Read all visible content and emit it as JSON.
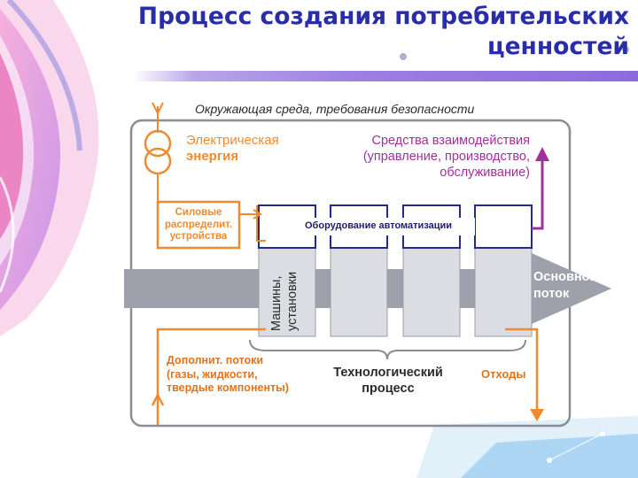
{
  "slide": {
    "title_line1": "Процесс создания потребительских",
    "title_line2": "ценностей"
  },
  "diagram": {
    "environment": "Окружающая среда, требования безопасности",
    "electric_line1": "Электрическая",
    "electric_line2": "энергия",
    "interaction_line1": "Средства взаимодействия",
    "interaction_line2": "(управление, производство,",
    "interaction_line3": "обслуживание)",
    "power_line1": "Силовые",
    "power_line2": "распределит.",
    "power_line3": "устройства",
    "automation": "Оборудование автоматизации",
    "machines_line1": "Машины,",
    "machines_line2": "установки",
    "main_flow_line1": "Основной",
    "main_flow_line2": "поток",
    "extra_line1": "Дополнит. потоки",
    "extra_line2": "(газы, жидкости,",
    "extra_line3": "твердые компоненты)",
    "tech_line1": "Технологический",
    "tech_line2": "процесс",
    "waste": "Отходы"
  },
  "colors": {
    "title": "#2a2da8",
    "orange": "#f08a2e",
    "purple": "#a0309a",
    "navy": "#252a8e",
    "gray_block": "#dcdde3",
    "main_flow": "#9ea1ab"
  }
}
